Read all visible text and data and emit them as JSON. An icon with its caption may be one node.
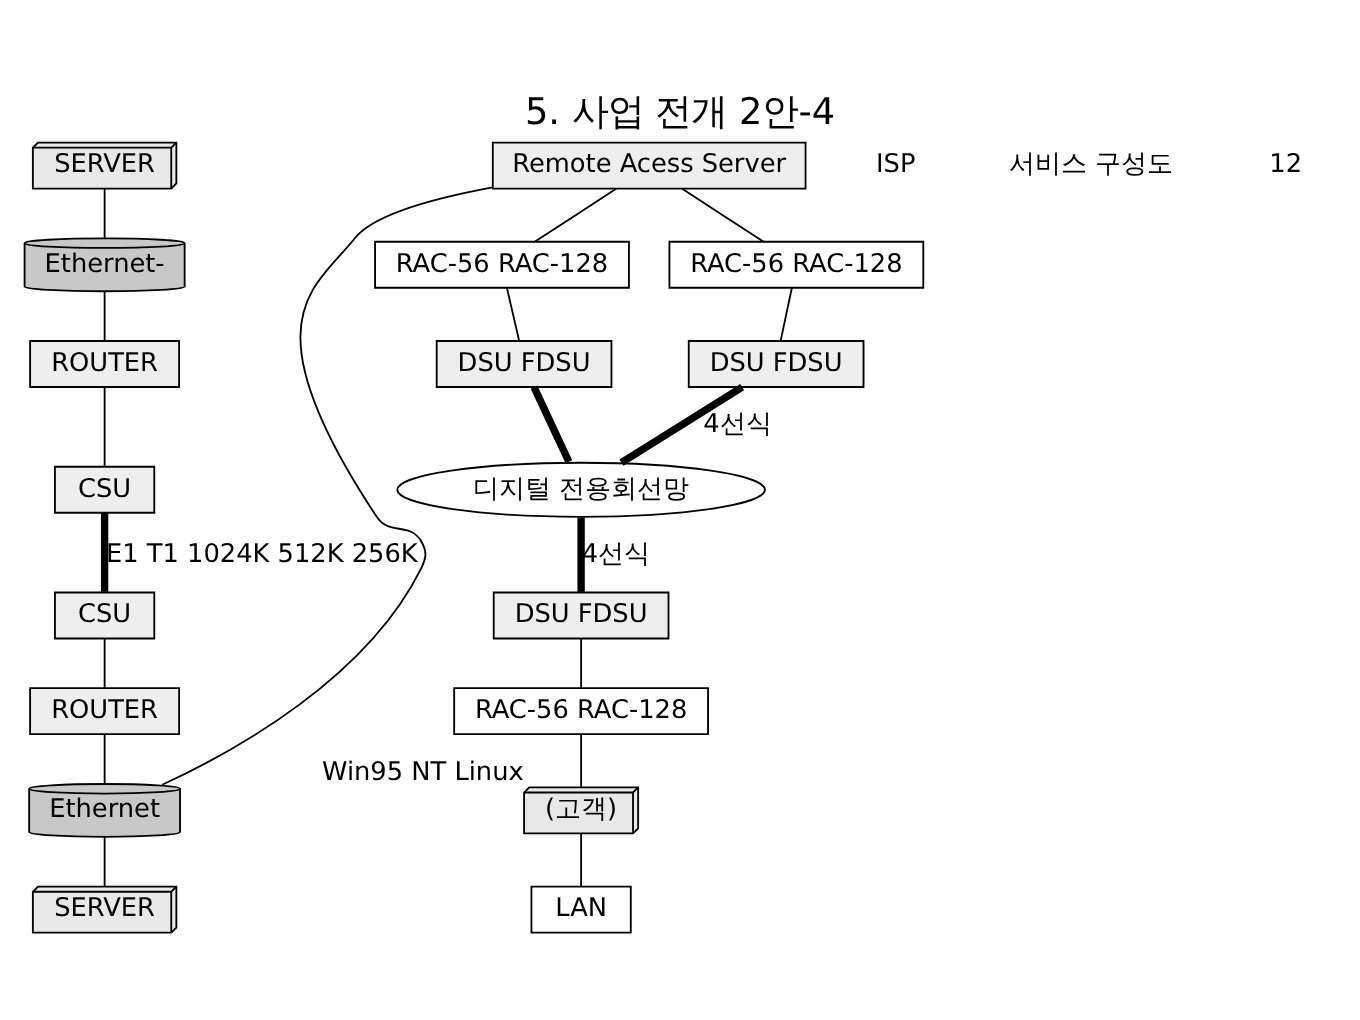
{
  "diagram": {
    "title": "5. 사업 전개 2안-4",
    "nodes": [
      {
        "text": [
          "SERVER"
        ]
      },
      {
        "text": [
          "Ethernet-"
        ]
      },
      {
        "text": [
          "ROUTER"
        ]
      },
      {
        "text": [
          "CSU"
        ]
      },
      {
        "text": [
          "CSU"
        ]
      },
      {
        "text": [
          "ROUTER"
        ]
      },
      {
        "text": [
          "Ethernet"
        ]
      },
      {
        "text": [
          "SERVER"
        ]
      },
      {
        "text": [
          "Remote Acess Server"
        ]
      },
      {
        "text": [
          "RAC-56 RAC-128"
        ]
      },
      {
        "text": [
          "RAC-56 RAC-128"
        ]
      },
      {
        "text": [
          "DSU FDSU"
        ]
      },
      {
        "text": [
          "DSU FDSU"
        ]
      },
      {
        "text": [
          "디지털 전용회선망"
        ]
      },
      {
        "text": [
          "DSU FDSU"
        ]
      },
      {
        "text": [
          "RAC-56 RAC-128"
        ]
      },
      {
        "text": [
          "(고객)"
        ],
        "beside": [
          "Win95 NT Linux"
        ]
      },
      {
        "text": [
          "LAN"
        ]
      }
    ],
    "edges": [
      {
        "from": 0,
        "to": 1,
        "arrow": "none"
      },
      {
        "from": 1,
        "to": 2,
        "arrow": "none"
      },
      {
        "from": 2,
        "to": 3,
        "arrow": "none"
      },
      {
        "from": 3,
        "to": 4,
        "arrow": "none",
        "label": "E1 T1 1024K 512K 256K",
        "style": "thick"
      },
      {
        "from": 4,
        "to": 5,
        "arrow": "none"
      },
      {
        "from": 5,
        "to": 6,
        "arrow": "none"
      },
      {
        "from": 6,
        "to": 7,
        "arrow": "none"
      },
      {
        "from": 6,
        "to": 8,
        "arrow": "none"
      },
      {
        "from": 8,
        "to": 9,
        "arrow": "none"
      },
      {
        "from": 8,
        "to": 10,
        "arrow": "none"
      },
      {
        "from": 9,
        "to": 11,
        "arrow": "none"
      },
      {
        "from": 10,
        "to": 12,
        "arrow": "none"
      },
      {
        "from": 11,
        "to": 13,
        "arrow": "none",
        "style": "thick"
      },
      {
        "from": 12,
        "to": 13,
        "arrow": "none",
        "label": "4선식",
        "style": "thick"
      },
      {
        "from": 13,
        "to": 14,
        "arrow": "none",
        "label": "4선식",
        "style": "thick"
      },
      {
        "from": 14,
        "to": 15,
        "arrow": "none"
      },
      {
        "from": 15,
        "to": 16,
        "arrow": "none"
      },
      {
        "from": 16,
        "to": 17,
        "arrow": "none"
      }
    ],
    "labels": [
      "ISP",
      "서비스 구성도",
      "12"
    ]
  }
}
